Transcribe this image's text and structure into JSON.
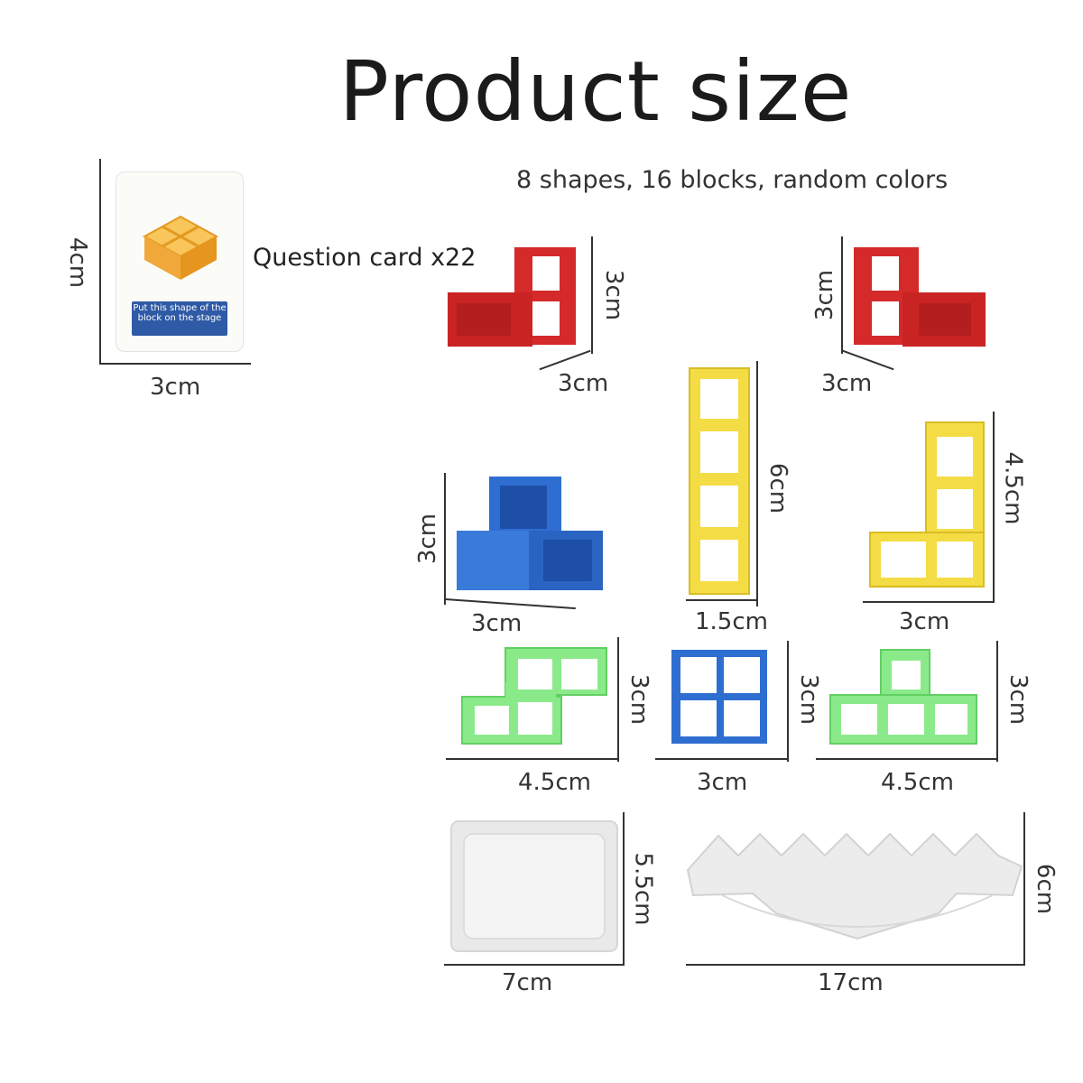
{
  "title": "Product size",
  "subtitle": "8 shapes, 16 blocks, random colors",
  "card": {
    "label": "Question card x22",
    "note": "Put this shape of the block on the stage",
    "height": "4cm",
    "width": "3cm"
  },
  "pieces": {
    "red_left": {
      "height": "3cm",
      "width": "3cm"
    },
    "red_right": {
      "height": "3cm",
      "width": "3cm"
    },
    "yellow_i": {
      "height": "6cm",
      "width": "1.5cm"
    },
    "yellow_l": {
      "height": "4.5cm",
      "width": "3cm"
    },
    "blue_corner": {
      "height": "3cm",
      "width": "3cm"
    },
    "green_s": {
      "height": "3cm",
      "width": "4.5cm"
    },
    "blue_square": {
      "height": "3cm",
      "width": "3cm"
    },
    "green_t": {
      "height": "3cm",
      "width": "4.5cm"
    },
    "tray": {
      "height": "5.5cm",
      "width": "7cm"
    },
    "stage": {
      "height": "6cm",
      "width": "17cm"
    }
  },
  "colors": {
    "red": "#d42a2a",
    "yellow": "#f4dc45",
    "blue": "#2f6ed1",
    "green": "#8aea8a",
    "white_piece": "#ececec",
    "card_block": "#f6b03c"
  }
}
